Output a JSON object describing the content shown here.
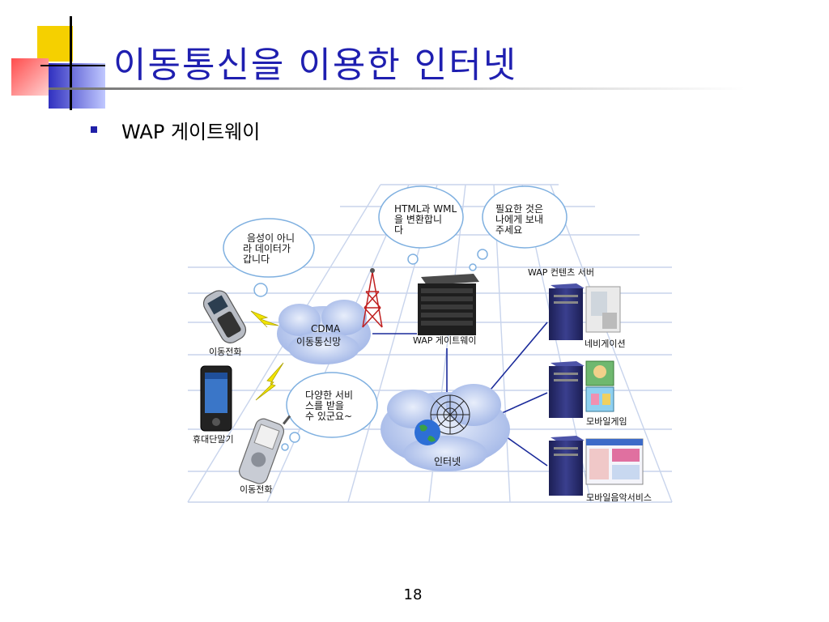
{
  "slide": {
    "title": "이동통신을 이용한 인터넷",
    "bullet_text": "WAP 게이트웨이",
    "page_number": "18"
  },
  "diagram": {
    "bubbles": {
      "voice": [
        "음성이 아니",
        "라 데이터가",
        "갑니다"
      ],
      "convert": [
        "HTML과 WML",
        "을 변환합니",
        "다"
      ],
      "request": [
        "필요한 것은",
        "나에게 보내",
        "주세요"
      ],
      "services": [
        "다양한 서비",
        "스를 받을",
        "수 있군요~"
      ]
    },
    "network": {
      "cdma": [
        "CDMA",
        "이동통신망"
      ],
      "internet": "인터넷"
    },
    "labels": {
      "phone1": "이동전화",
      "pda": "휴대단말기",
      "phone2": "이동전화",
      "gateway": "WAP 게이트웨이",
      "content_server": "WAP 컨텐츠 서버",
      "navigation": "네비게이션",
      "game": "모바일게임",
      "music": "모바일음악서비스"
    }
  },
  "colors": {
    "title": "#1f1fb0",
    "cloud": "#b7c9f0",
    "server": "#2b2f72",
    "line": "#1a2a9a",
    "grid": "#c8d4ec"
  },
  "icons": [
    "mobile-phone-icon",
    "pda-icon",
    "antenna-tower-icon",
    "gateway-server-icon",
    "server-icon",
    "globe-icon",
    "web-icon",
    "lightning-icon"
  ]
}
